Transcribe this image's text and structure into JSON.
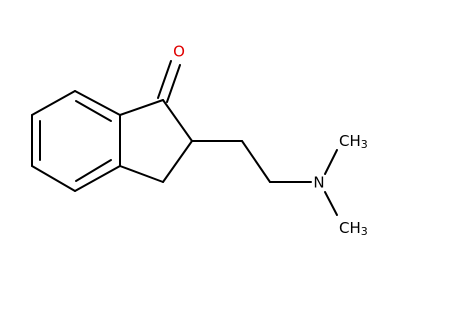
{
  "molecule": {
    "atoms": {
      "oxygen": {
        "symbol": "O",
        "color": "#e00000"
      },
      "nitrogen": {
        "symbol": "N",
        "color": "#000000"
      },
      "methyl_top": {
        "main": "CH",
        "sub": "3"
      },
      "methyl_bottom": {
        "main": "CH",
        "sub": "3"
      }
    }
  }
}
